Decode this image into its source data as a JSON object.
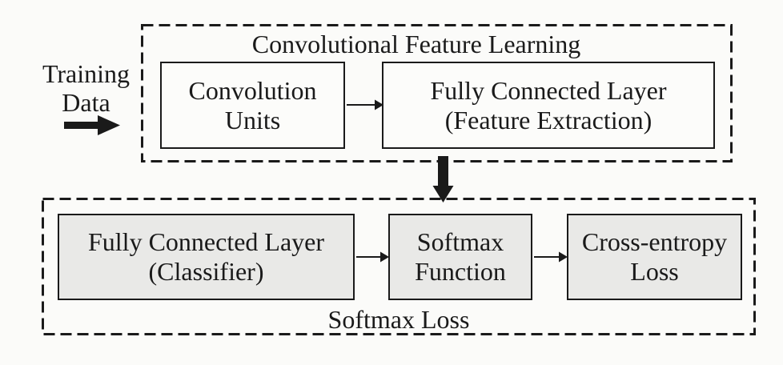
{
  "colors": {
    "background": "#fbfbf9",
    "line": "#1a1a1a",
    "box_fill": "#fcfcfa",
    "box_fill_gray": "#e9e9e7"
  },
  "input": {
    "label_lines": [
      "Training",
      "Data"
    ]
  },
  "top_group": {
    "title": "Convolutional Feature Learning",
    "nodes": [
      {
        "id": "convolution-units",
        "lines": [
          "Convolution",
          "Units"
        ]
      },
      {
        "id": "fc-feature-extraction",
        "lines": [
          "Fully Connected Layer",
          "(Feature Extraction)"
        ]
      }
    ]
  },
  "bottom_group": {
    "title": "Softmax Loss",
    "nodes": [
      {
        "id": "fc-classifier",
        "lines": [
          "Fully Connected Layer",
          "(Classifier)"
        ]
      },
      {
        "id": "softmax-function",
        "lines": [
          "Softmax",
          "Function"
        ]
      },
      {
        "id": "cross-entropy-loss",
        "lines": [
          "Cross-entropy",
          "Loss"
        ]
      }
    ]
  }
}
